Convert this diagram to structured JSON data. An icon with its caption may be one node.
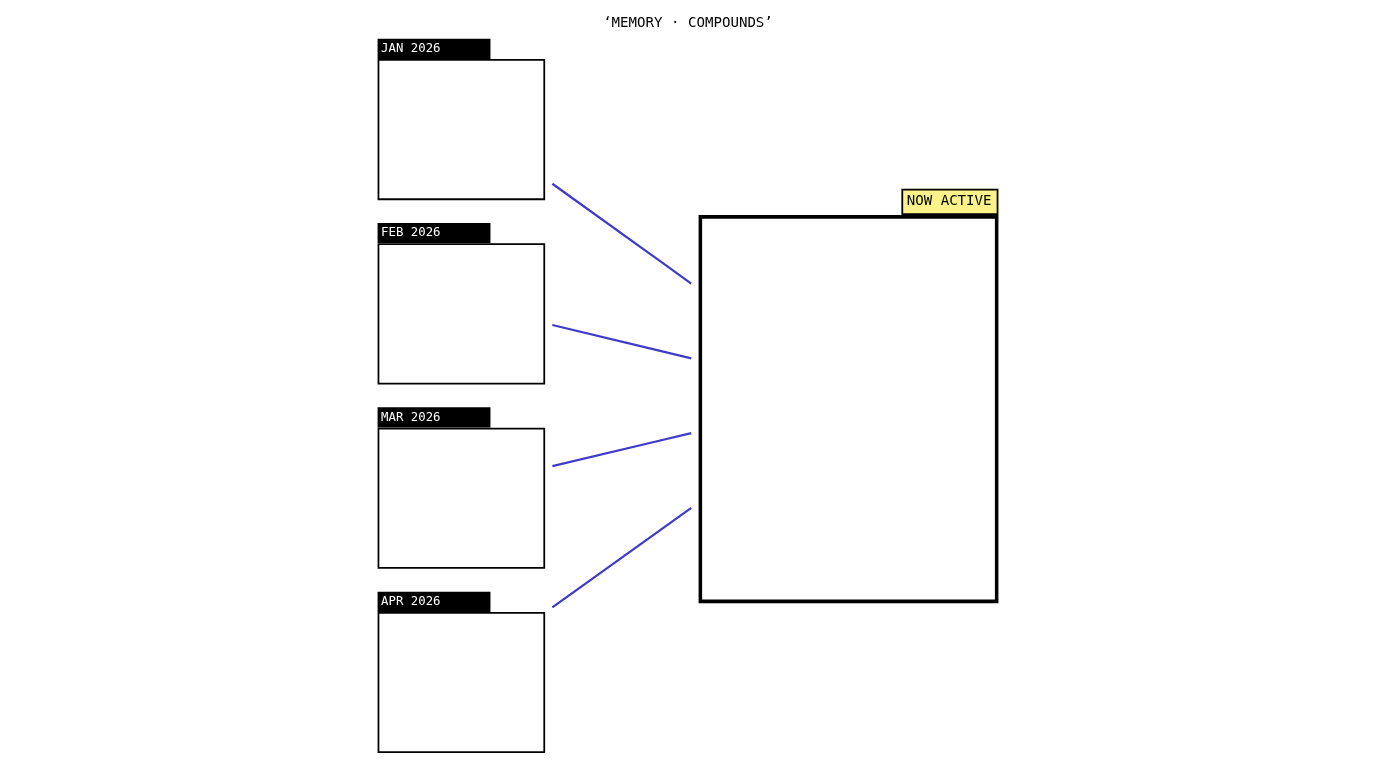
{
  "diagram": {
    "title": "‘MEMORY · COMPOUNDS’",
    "nodes": [
      {
        "text": [
          "JAN 2026"
        ]
      },
      {
        "text": [
          "FEB 2026"
        ]
      },
      {
        "text": [
          "MAR 2026"
        ]
      },
      {
        "text": [
          "APR 2026"
        ]
      },
      {
        "text": [
          "NOW ACTIVE"
        ]
      }
    ],
    "edges": [
      {
        "from": 0,
        "to": 4,
        "arrow": "none"
      },
      {
        "from": 1,
        "to": 4,
        "arrow": "none"
      },
      {
        "from": 2,
        "to": 4,
        "arrow": "none"
      },
      {
        "from": 3,
        "to": 4,
        "arrow": "none"
      }
    ]
  }
}
